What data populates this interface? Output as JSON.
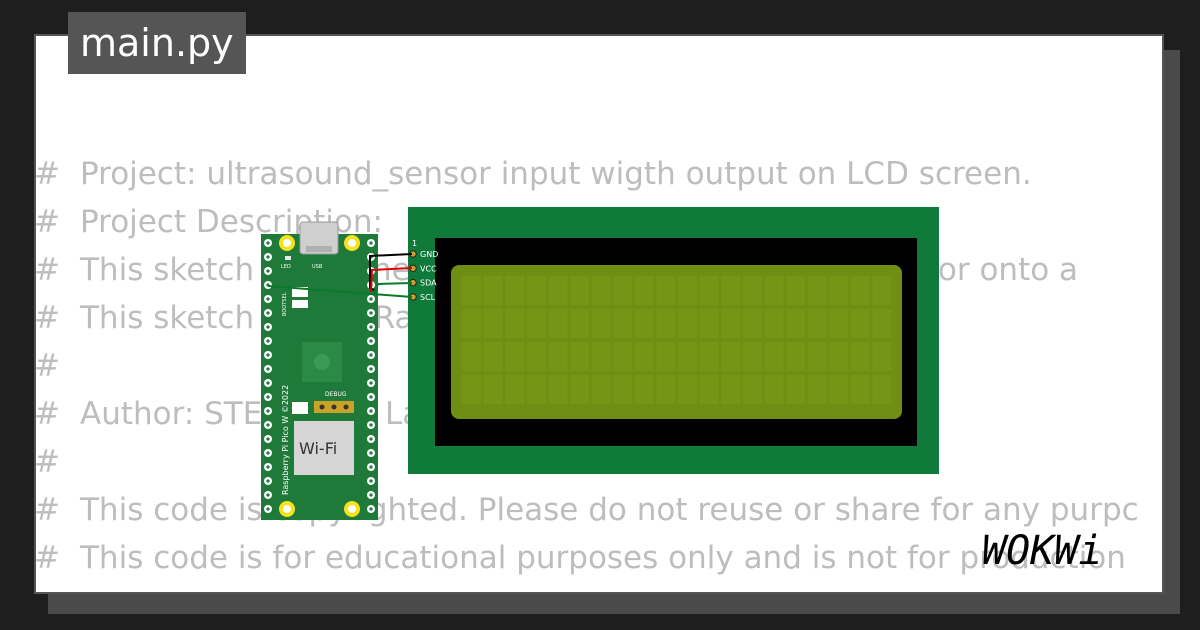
{
  "file_tab": {
    "label": "main.py"
  },
  "code": {
    "comment_char": "#",
    "lines": [
      "Project: ultrasound_sensor input wigth output on LCD screen.",
      "Project Description:",
      "This sketch reads the distance from the ultrasonic sensor onto a",
      "This sketch uses a Raspberry Pi Pico W.",
      "",
      "Author: STEMpedia Labs",
      "",
      "This code is copyrighted. Please do not reuse or share for any purpc",
      "This code is for educational purposes only and is not for production"
    ]
  },
  "pico": {
    "silk_label": "Raspberry Pi Pico W ©2022",
    "wifi_label": "Wi-Fi",
    "led_label": "LED",
    "usb_label": "USB",
    "debug_label": "DEBUG",
    "bootsel_label": "BOOTSEL",
    "board_color": "#1f7a3a"
  },
  "lcd": {
    "pin1_label": "1",
    "pins": [
      "GND",
      "VCC",
      "SDA",
      "SCL"
    ],
    "pcb_color": "#0f7a3a",
    "screen_color": "#6f8f14",
    "bezel_color": "#000000"
  },
  "wires": {
    "gnd_color": "#000000",
    "vcc_color": "#e00000",
    "sda_color": "#0a7a2a",
    "scl_color": "#0a7a2a"
  },
  "brand": {
    "name": "WOKWi"
  }
}
